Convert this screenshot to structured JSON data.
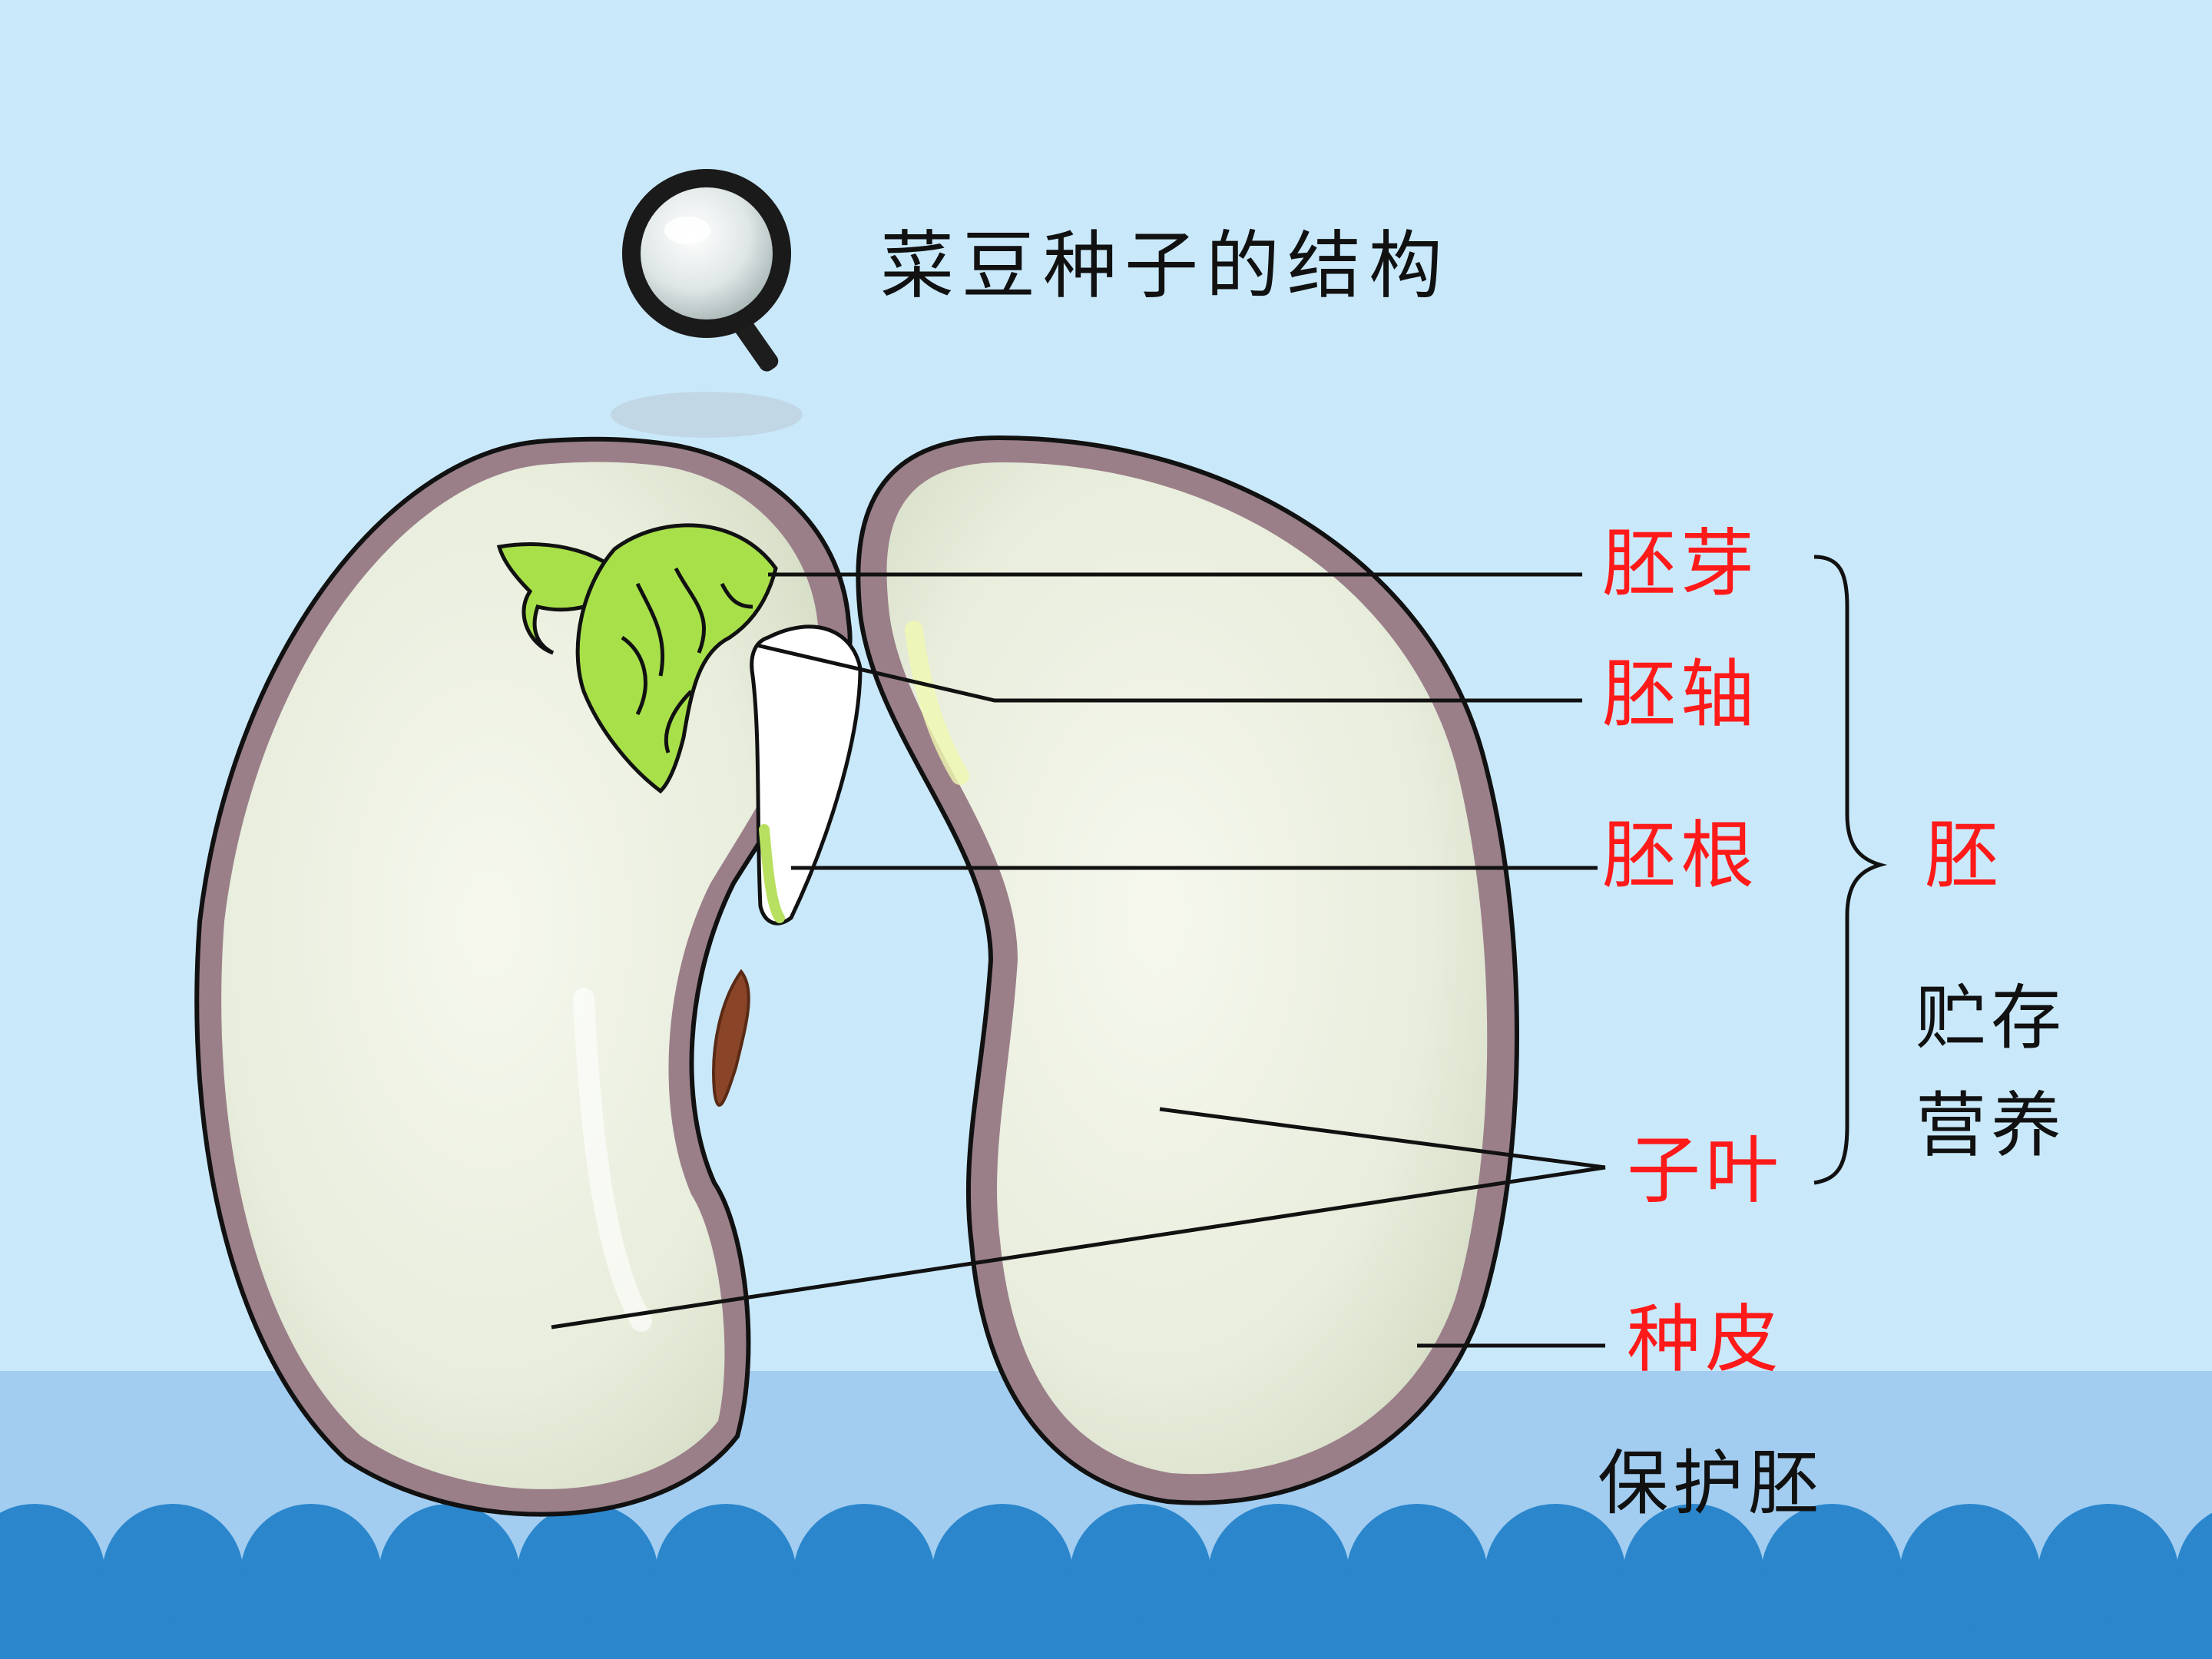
{
  "title": "菜豆种子的结构",
  "labels": {
    "plumule": "胚芽",
    "hypocotyl": "胚轴",
    "radicle": "胚根",
    "embryo": "胚",
    "store_nutrients": "贮存营养",
    "cotyledon": "子叶",
    "seed_coat": "种皮",
    "protect_embryo": "保护胚"
  },
  "colors": {
    "background": "#c9e9fb",
    "label_red": "#ff1a1a",
    "seed_coat": "#9a7f89",
    "cotyledon": "#e9efe0",
    "embryo_green": "#a8e04a",
    "wave_blue": "#2b86cc"
  }
}
